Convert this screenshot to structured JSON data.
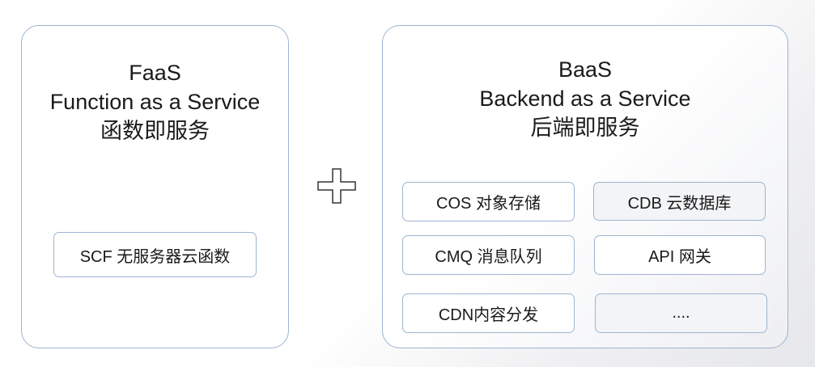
{
  "faas": {
    "title": "FaaS",
    "subtitle": "Function as a Service",
    "chinese": "函数即服务",
    "items": [
      "SCF 无服务器云函数"
    ]
  },
  "plus_symbol": "+",
  "baas": {
    "title": "BaaS",
    "subtitle": "Backend as a Service",
    "chinese": "后端即服务",
    "items": [
      "COS 对象存储",
      "CDB 云数据库",
      "CMQ 消息队列",
      "API 网关",
      "CDN内容分发",
      "...."
    ]
  },
  "colors": {
    "border": "#9db3d3",
    "text": "#1a1a1a"
  }
}
